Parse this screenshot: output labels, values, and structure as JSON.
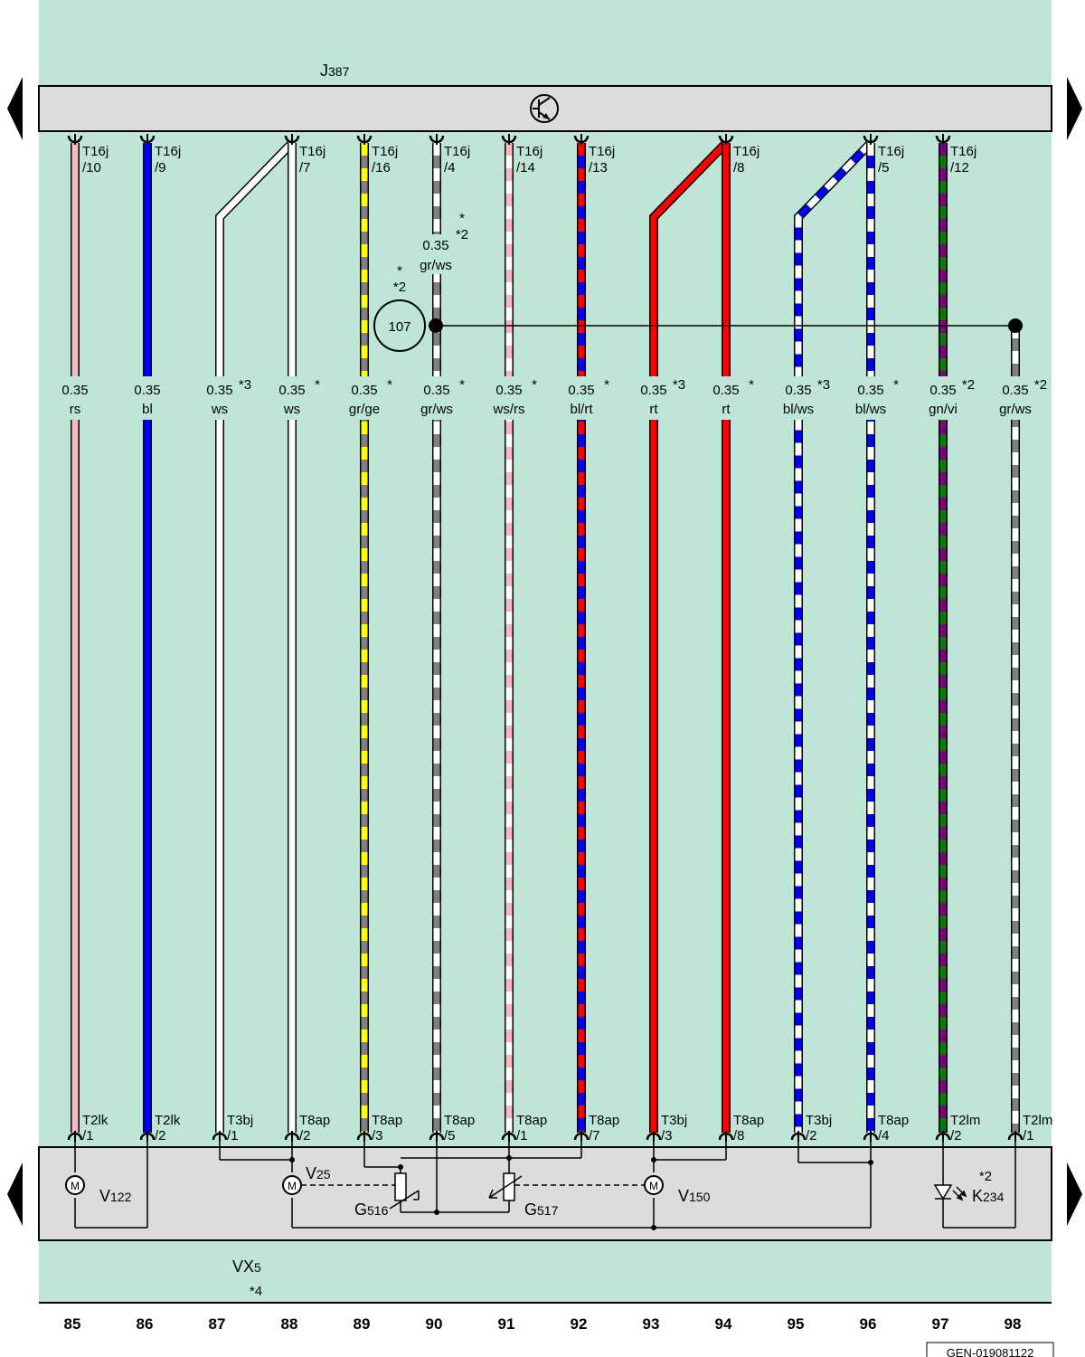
{
  "top_component": {
    "letter": "J",
    "number": "387"
  },
  "bottom_component": {
    "letter": "VX",
    "number": "5",
    "note": "*4"
  },
  "doc_code": "GEN-019081122",
  "junction": {
    "label": "107",
    "note_star": "*",
    "note_2": "*2"
  },
  "colors": {
    "background": "#bfe5d7",
    "bar": "#dcdcdc",
    "rs": "#f7b9c2",
    "bl": "#0000ff",
    "ws": "#ffffff",
    "gr": "#7f7f7f",
    "ge": "#ffff00",
    "rt": "#ff0000",
    "gn": "#008000",
    "vi": "#800080"
  },
  "wires": [
    {
      "col": "85",
      "top": "T16j",
      "top_pin": "/10",
      "size": "0.35",
      "color": "rs",
      "note": "",
      "bottom": "T2lk",
      "bottom_pin": "/1",
      "c1": "rs",
      "c2": ""
    },
    {
      "col": "86",
      "top": "T16j",
      "top_pin": "/9",
      "size": "0.35",
      "color": "bl",
      "note": "",
      "bottom": "T2lk",
      "bottom_pin": "/2",
      "c1": "bl",
      "c2": ""
    },
    {
      "col": "87",
      "top": "",
      "top_pin": "",
      "size": "0.35",
      "color": "ws",
      "note": "*3",
      "bottom": "T3bj",
      "bottom_pin": "/1",
      "c1": "ws",
      "c2": ""
    },
    {
      "col": "88",
      "top": "T16j",
      "top_pin": "/7",
      "size": "0.35",
      "color": "ws",
      "note": "*",
      "bottom": "T8ap",
      "bottom_pin": "/2",
      "c1": "ws",
      "c2": ""
    },
    {
      "col": "89",
      "top": "T16j",
      "top_pin": "/16",
      "size": "0.35",
      "color": "gr/ge",
      "note": "*",
      "bottom": "T8ap",
      "bottom_pin": "/3",
      "c1": "gr",
      "c2": "ge"
    },
    {
      "col": "90",
      "top": "T16j",
      "top_pin": "/4",
      "size": "0.35",
      "color": "gr/ws",
      "note": "*",
      "bottom": "T8ap",
      "bottom_pin": "/5",
      "c1": "gr",
      "c2": "ws"
    },
    {
      "col": "91",
      "top": "T16j",
      "top_pin": "/14",
      "size": "0.35",
      "color": "ws/rs",
      "note": "*",
      "bottom": "T8ap",
      "bottom_pin": "/1",
      "c1": "ws",
      "c2": "rs"
    },
    {
      "col": "92",
      "top": "T16j",
      "top_pin": "/13",
      "size": "0.35",
      "color": "bl/rt",
      "note": "*",
      "bottom": "T8ap",
      "bottom_pin": "/7",
      "c1": "bl",
      "c2": "rt"
    },
    {
      "col": "93",
      "top": "",
      "top_pin": "",
      "size": "0.35",
      "color": "rt",
      "note": "*3",
      "bottom": "T3bj",
      "bottom_pin": "/3",
      "c1": "rt",
      "c2": ""
    },
    {
      "col": "94",
      "top": "T16j",
      "top_pin": "/8",
      "size": "0.35",
      "color": "rt",
      "note": "*",
      "bottom": "T8ap",
      "bottom_pin": "/8",
      "c1": "rt",
      "c2": ""
    },
    {
      "col": "95",
      "top": "",
      "top_pin": "",
      "size": "0.35",
      "color": "bl/ws",
      "note": "*3",
      "bottom": "T3bj",
      "bottom_pin": "/2",
      "c1": "bl",
      "c2": "ws"
    },
    {
      "col": "96",
      "top": "T16j",
      "top_pin": "/5",
      "size": "0.35",
      "color": "bl/ws",
      "note": "*",
      "bottom": "T8ap",
      "bottom_pin": "/4",
      "c1": "bl",
      "c2": "ws"
    },
    {
      "col": "97",
      "top": "T16j",
      "top_pin": "/12",
      "size": "0.35",
      "color": "gn/vi",
      "note": "*2",
      "bottom": "T2lm",
      "bottom_pin": "/2",
      "c1": "gn",
      "c2": "vi"
    },
    {
      "col": "98",
      "top": "",
      "top_pin": "",
      "size": "0.35",
      "color": "gr/ws",
      "note": "*2",
      "bottom": "T2lm",
      "bottom_pin": "/1",
      "c1": "gr",
      "c2": "ws"
    }
  ],
  "upper_wire_90": {
    "size": "0.35",
    "color": "gr/ws",
    "note_star": "*",
    "note_2": "*2"
  },
  "components": [
    {
      "id": "V122",
      "letter": "V",
      "number": "122",
      "note": ""
    },
    {
      "id": "V25",
      "letter": "V",
      "number": "25",
      "note": ""
    },
    {
      "id": "G516",
      "letter": "G",
      "number": "516",
      "note": ""
    },
    {
      "id": "G517",
      "letter": "G",
      "number": "517",
      "note": ""
    },
    {
      "id": "V150",
      "letter": "V",
      "number": "150",
      "note": ""
    },
    {
      "id": "K234",
      "letter": "K",
      "number": "234",
      "note": "*2"
    }
  ],
  "motor_symbol": "M"
}
